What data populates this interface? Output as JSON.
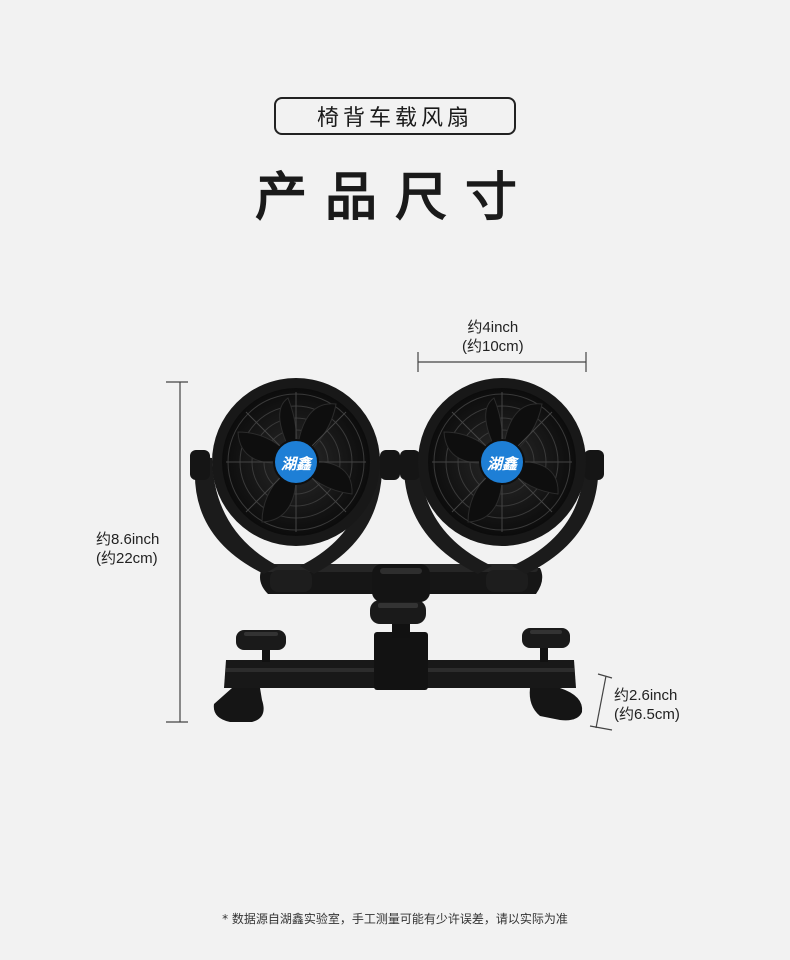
{
  "header": {
    "subtitle": "椅背车载风扇",
    "title": "产品尺寸"
  },
  "dimensions": {
    "width_inch": "约4inch",
    "width_cm": "(约10cm)",
    "height_inch": "约8.6inch",
    "height_cm": "(约22cm)",
    "depth_inch": "约2.6inch",
    "depth_cm": "(约6.5cm)"
  },
  "product": {
    "brand_badge": "湖鑫",
    "badge_color": "#1e7fd6",
    "body_color": "#141414"
  },
  "footer": {
    "note": "* 数据源自湖鑫实验室，手工测量可能有少许误差，请以实际为准"
  }
}
